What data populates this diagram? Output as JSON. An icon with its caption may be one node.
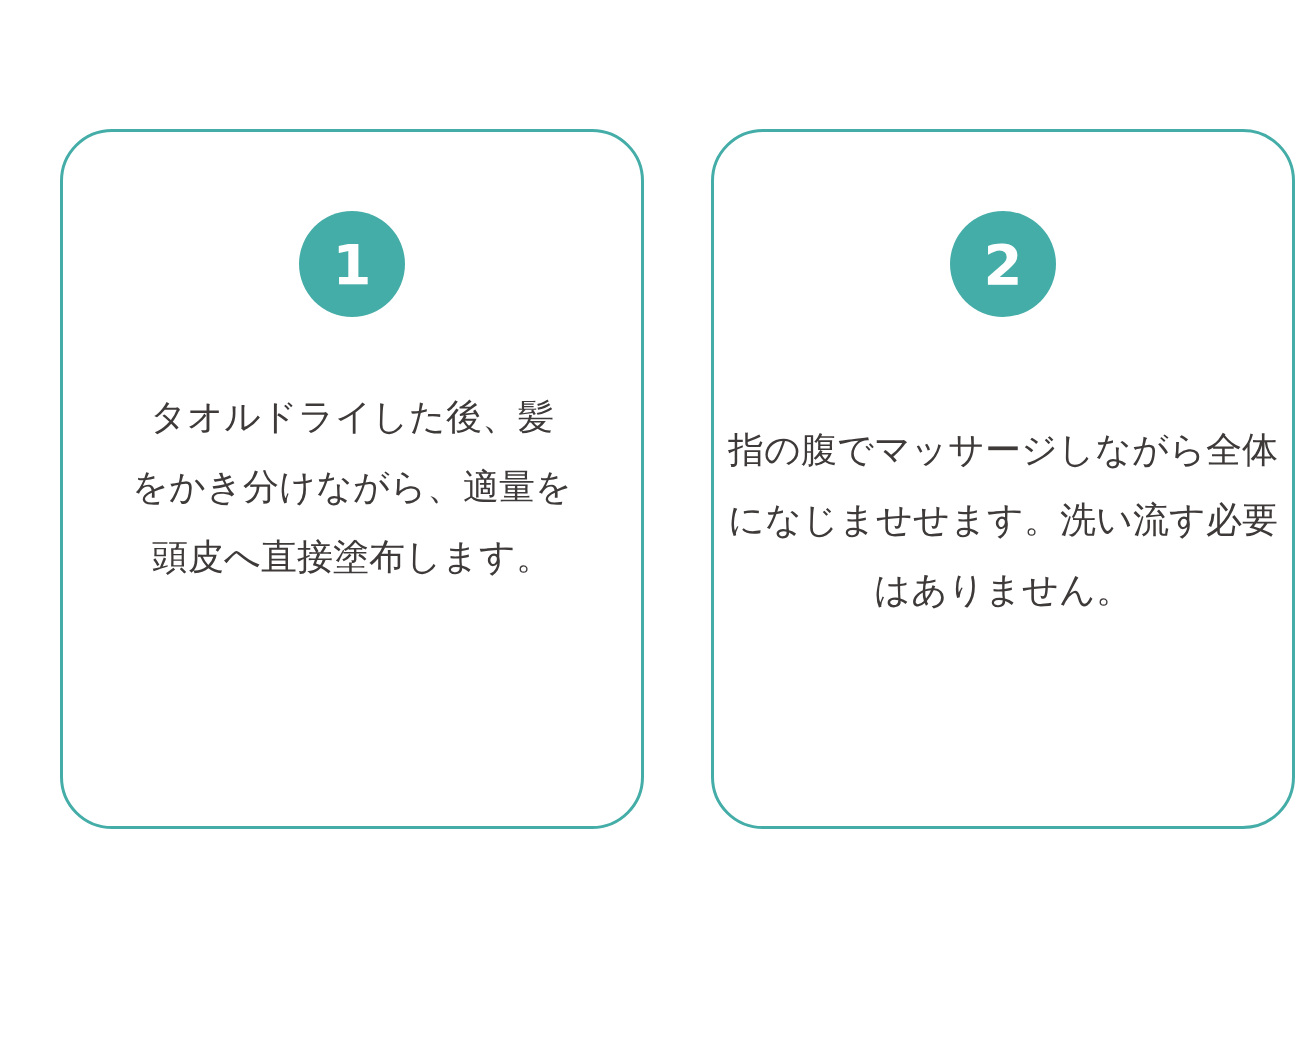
{
  "diagram": {
    "nodes": [
      {
        "text": [
          "タオルドライした後、髪をかき分けながら、適量を頭皮へ直接塗布します。"
        ]
      },
      {
        "text": [
          "1"
        ],
        "in": 0
      },
      {
        "text": [
          "指の腹でマッサージしながら全体になじませせます。洗い流す必要はありません。"
        ]
      },
      {
        "text": [
          "2"
        ],
        "in": 2
      }
    ]
  }
}
